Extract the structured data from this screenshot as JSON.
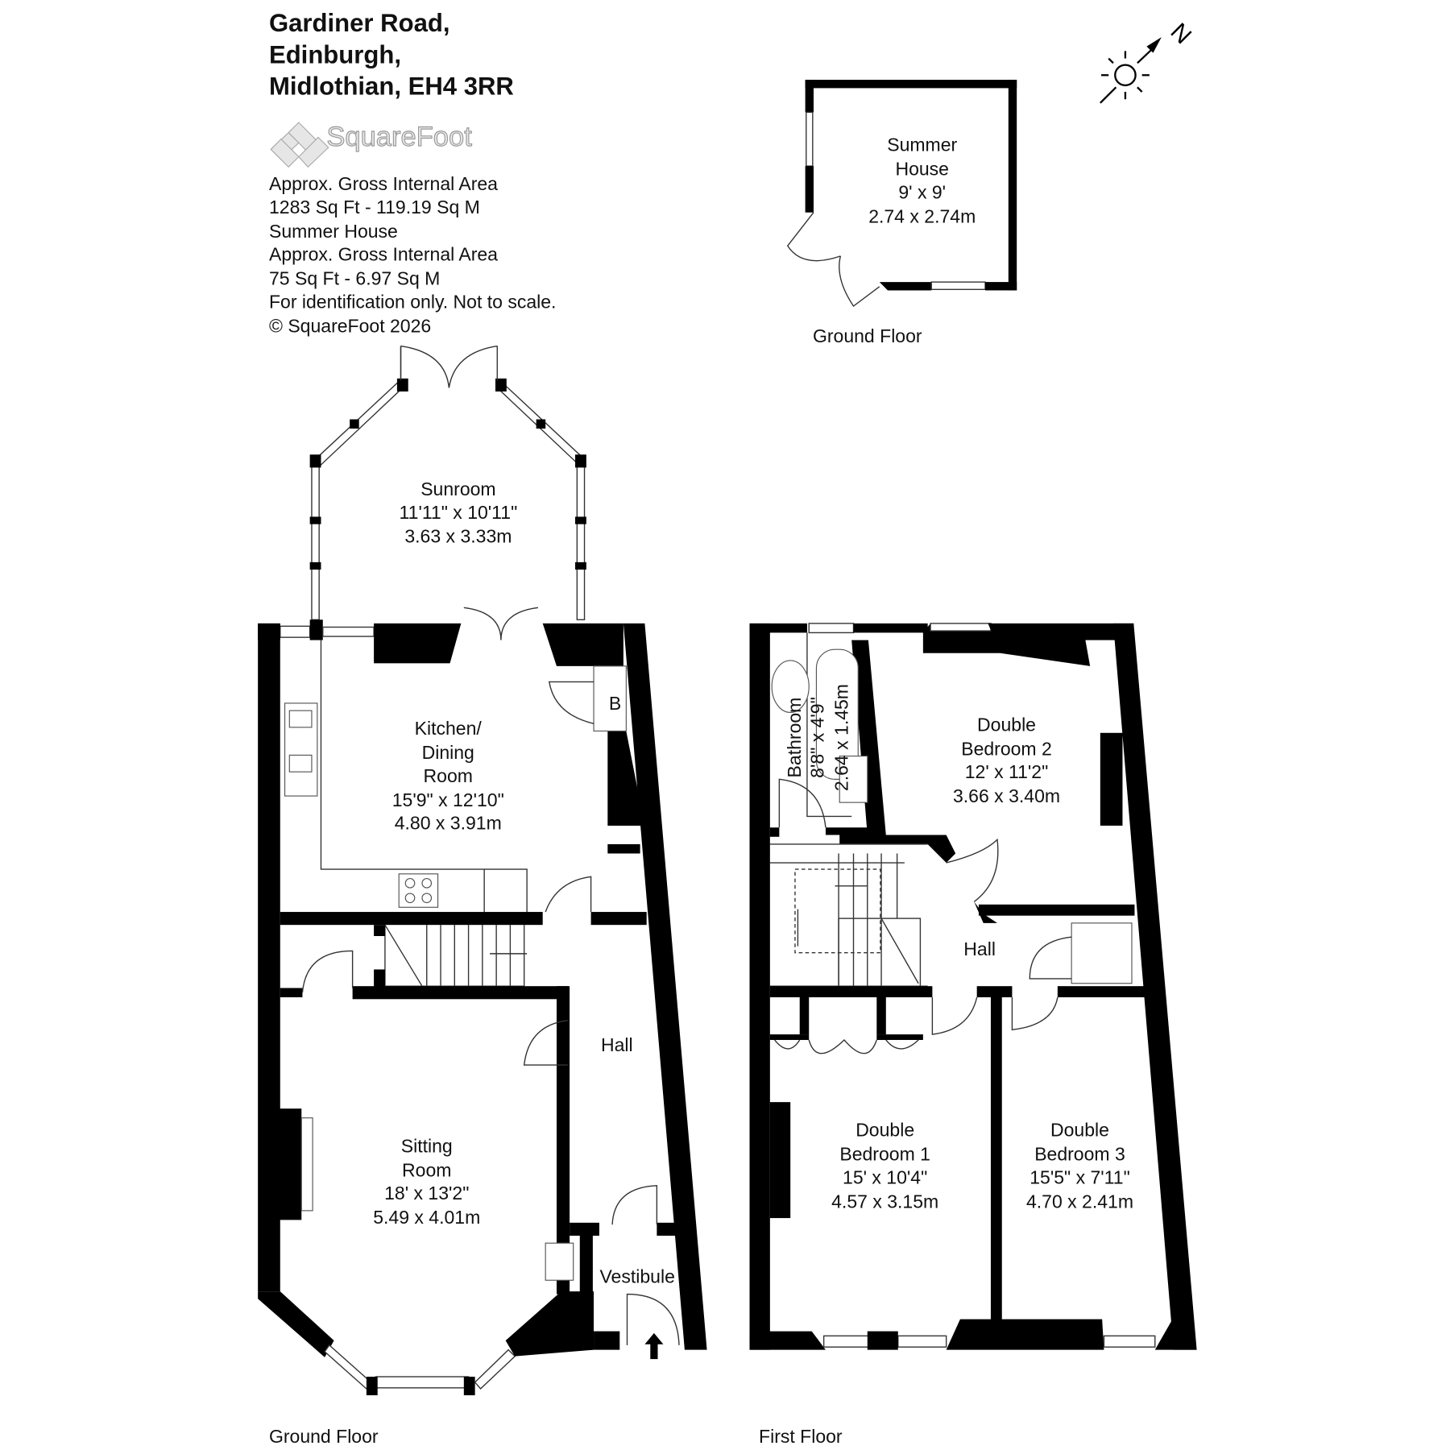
{
  "header": {
    "address_lines": [
      "Gardiner Road,",
      "Edinburgh,",
      "Midlothian, EH4 3RR"
    ],
    "logo_text": "SquareFoot"
  },
  "area_info": [
    "Approx. Gross Internal Area",
    "1283 Sq Ft  -  119.19 Sq M",
    "Summer House",
    "Approx. Gross Internal Area",
    "75 Sq Ft  -  6.97 Sq M",
    "For identification only. Not to scale.",
    "© SquareFoot 2026"
  ],
  "compass": {
    "label": "N"
  },
  "summer_house": {
    "lines": [
      "Summer",
      "House",
      "9' x 9'",
      "2.74 x 2.74m"
    ],
    "floor_label": "Ground Floor"
  },
  "ground_floor": {
    "floor_label": "Ground Floor",
    "sunroom": [
      "Sunroom",
      "11'11\" x 10'11\"",
      "3.63 x 3.33m"
    ],
    "kitchen": [
      "Kitchen/",
      "Dining",
      "Room",
      "15'9\" x 12'10\"",
      "4.80 x 3.91m"
    ],
    "boiler": "B",
    "hall": "Hall",
    "sitting_room": [
      "Sitting",
      "Room",
      "18' x 13'2\"",
      "5.49 x 4.01m"
    ],
    "vestibule": "Vestibule"
  },
  "first_floor": {
    "floor_label": "First Floor",
    "bathroom": [
      "Bathroom",
      "8'8\" x 4'9\"",
      "2.64 x 1.45m"
    ],
    "bedroom2": [
      "Double",
      "Bedroom 2",
      "12' x 11'2\"",
      "3.66 x 3.40m"
    ],
    "hall": "Hall",
    "bedroom1": [
      "Double",
      "Bedroom 1",
      "15' x 10'4\"",
      "4.57 x 3.15m"
    ],
    "bedroom3": [
      "Double",
      "Bedroom 3",
      "15'5\" x 7'11\"",
      "4.70 x 2.41m"
    ]
  }
}
